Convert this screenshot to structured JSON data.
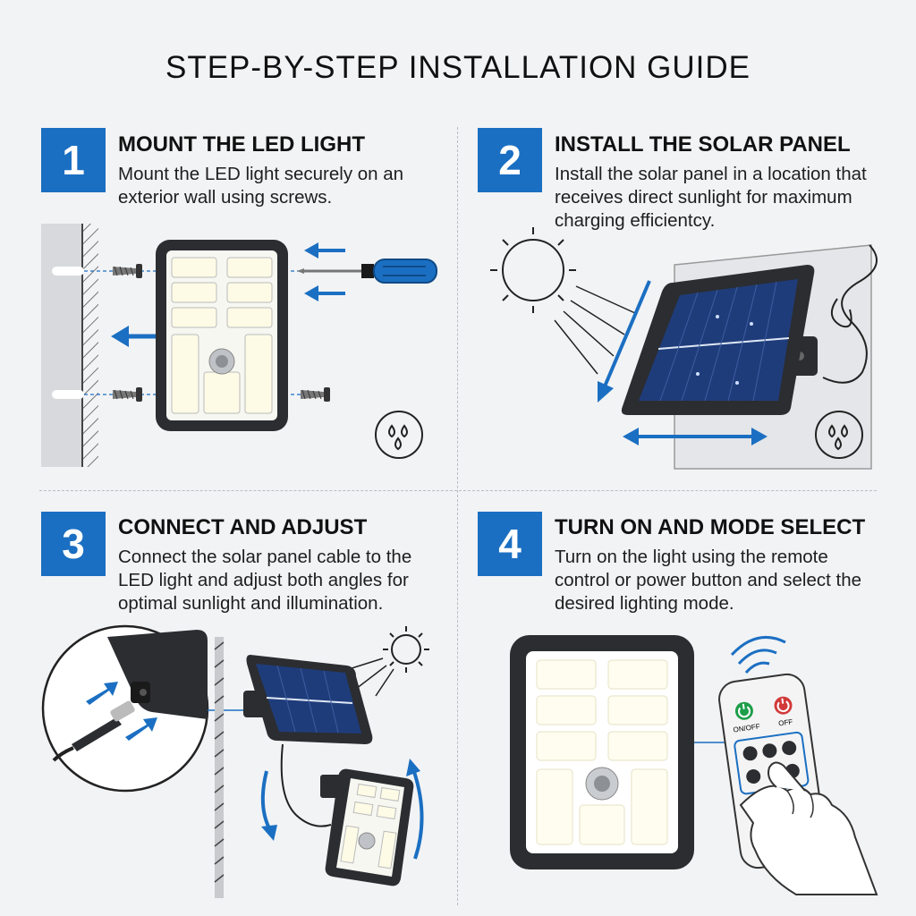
{
  "title": "STEP-BY-STEP INSTALLATION GUIDE",
  "colors": {
    "accent": "#1b6fc2",
    "frame": "#2b2d31",
    "panel": "#1f3c7a",
    "led": "#fdfbe6"
  },
  "steps": [
    {
      "number": "1",
      "title": "MOUNT THE LED LIGHT",
      "description": "Mount the LED light securely on an exterior wall using screws."
    },
    {
      "number": "2",
      "title": "INSTALL THE SOLAR PANEL",
      "description": "Install the solar panel in a location that receives direct sunlight for maximum charging efficientcy."
    },
    {
      "number": "3",
      "title": "CONNECT AND ADJUST",
      "description": "Connect the solar panel cable to the LED light and adjust both angles for optimal sunlight and illumination."
    },
    {
      "number": "4",
      "title": "TURN ON AND MODE SELECT",
      "description": "Turn on the light using the remote control or power button and select the desired lighting mode."
    }
  ],
  "remote": {
    "on_label": "ON/OFF",
    "off_label": "OFF"
  },
  "icons": [
    "waterproof-icon",
    "sun-icon",
    "screwdriver-icon",
    "screw-icon",
    "motion-sensor-icon",
    "wireless-signal-icon",
    "hand-icon",
    "connector-icon"
  ]
}
